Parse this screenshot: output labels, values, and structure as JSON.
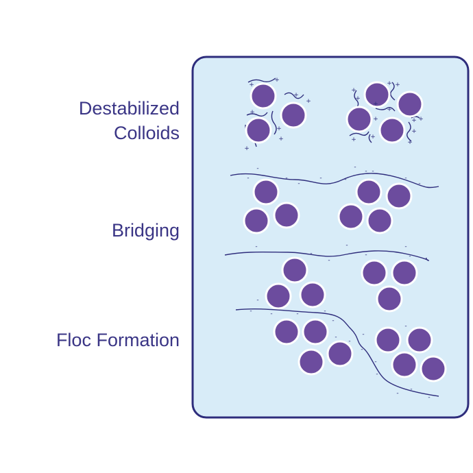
{
  "labels": {
    "destabilized_line1": "Destabilized",
    "destabilized_line2": "Colloids",
    "bridging": "Bridging",
    "floc_formation": "Floc Formation"
  },
  "colors": {
    "panel_fill": "#d8ecf8",
    "panel_border": "#2e2d7c",
    "particle_fill": "#6c4c9e",
    "particle_ring": "#ffffff",
    "polymer": "#2e2d7c",
    "label_text": "#3a3585"
  },
  "charges": {
    "positive": "+",
    "negative": "-"
  }
}
